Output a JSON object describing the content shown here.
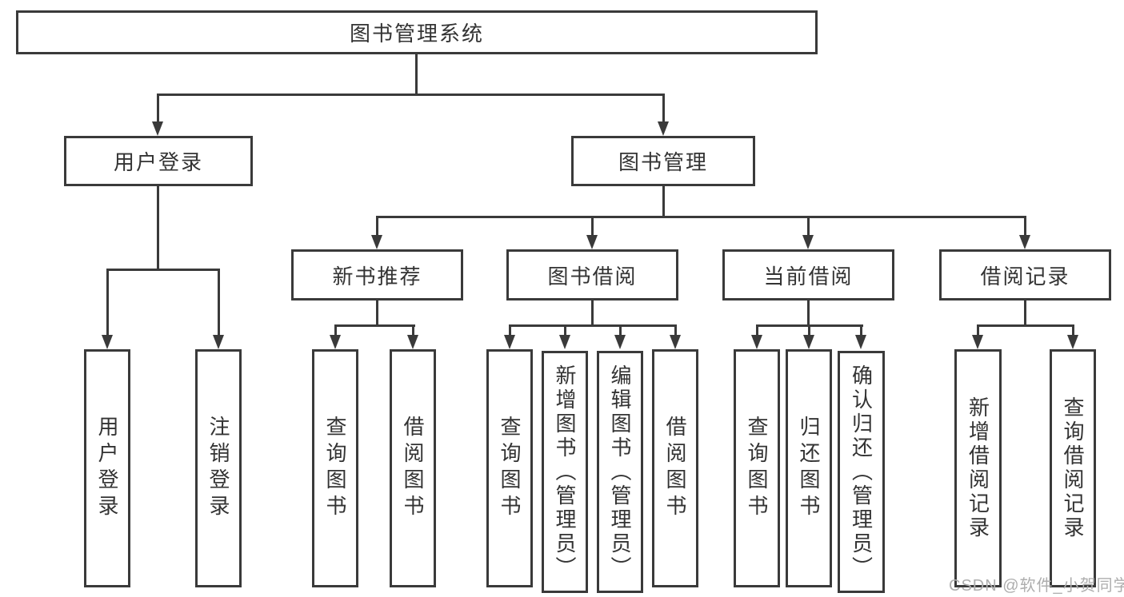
{
  "tree": {
    "root": {
      "label": "图书管理系统"
    },
    "branches": [
      {
        "label": "用户登录",
        "children": [
          {
            "label": "用户登录"
          },
          {
            "label": "注销登录"
          }
        ]
      },
      {
        "label": "图书管理",
        "children": [
          {
            "label": "新书推荐",
            "children": [
              {
                "label": "查询图书"
              },
              {
                "label": "借阅图书"
              }
            ]
          },
          {
            "label": "图书借阅",
            "children": [
              {
                "label": "查询图书"
              },
              {
                "label": "新增图书（管理员）"
              },
              {
                "label": "编辑图书（管理员）"
              },
              {
                "label": "借阅图书"
              }
            ]
          },
          {
            "label": "当前借阅",
            "children": [
              {
                "label": "查询图书"
              },
              {
                "label": "归还图书"
              },
              {
                "label": "确认归还（管理员）"
              }
            ]
          },
          {
            "label": "借阅记录",
            "children": [
              {
                "label": "新增借阅记录"
              },
              {
                "label": "查询借阅记录"
              }
            ]
          }
        ]
      }
    ]
  },
  "watermark": {
    "text": "CSDN @软件_小贺同学"
  },
  "colors": {
    "line": "#3a3a3a",
    "text": "#333333",
    "background": "#ffffff",
    "watermark": "#aeaeae"
  }
}
